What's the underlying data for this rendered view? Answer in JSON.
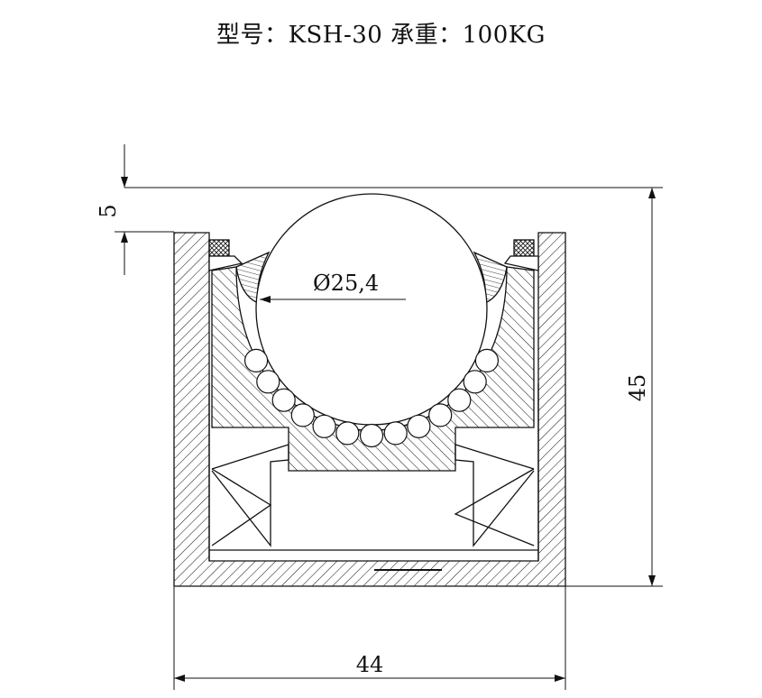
{
  "title": {
    "model_label": "型号：",
    "model_value": "KSH-30",
    "load_label": "承重：",
    "load_value": "100KG"
  },
  "dimensions": {
    "top_flange": "5",
    "ball_diameter": "Ø25,4",
    "height": "45",
    "width": "44"
  },
  "colors": {
    "line": "#111111",
    "background": "#ffffff"
  }
}
